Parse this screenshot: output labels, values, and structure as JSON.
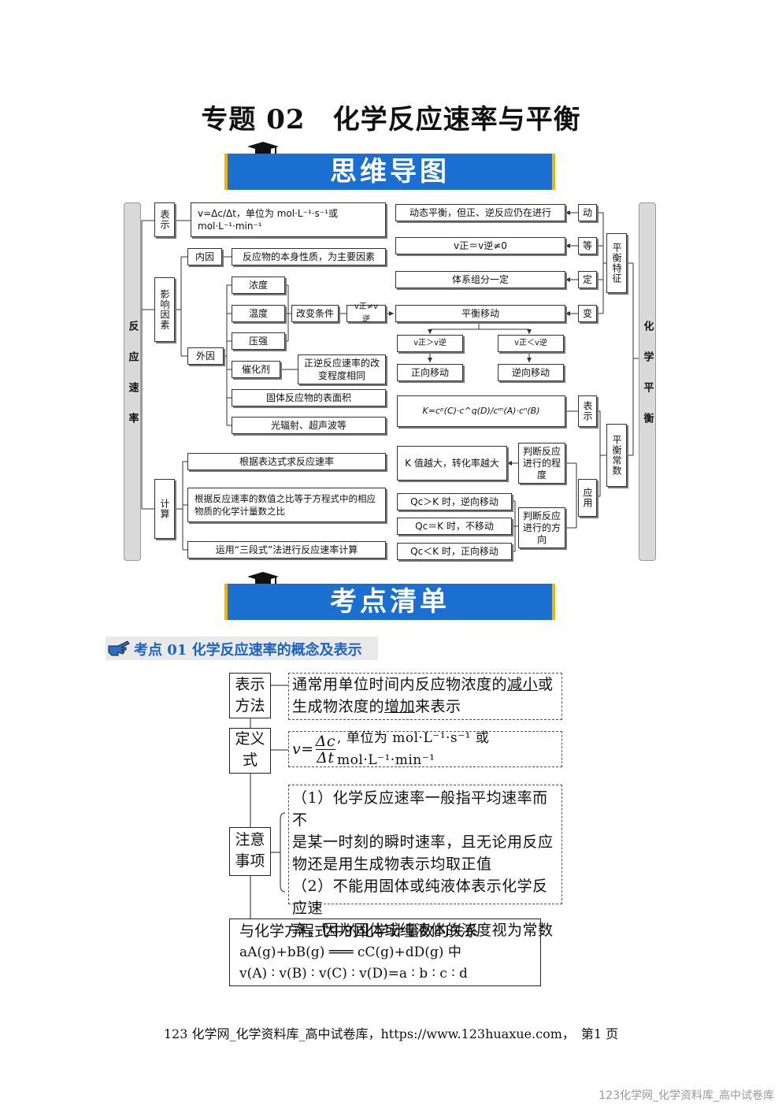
{
  "page": {
    "title": "专题 02　化学反应速率与平衡",
    "banner1": "思维导图",
    "banner2": "考点清单"
  },
  "mindmap": {
    "left_root": "反应速率",
    "right_root": "化学平衡",
    "biao_shi": "表示",
    "rate_def": "v=Δc/Δt，单位为 mol·L⁻¹·s⁻¹或mol·L⁻¹·min⁻¹",
    "ying_xiang": "影响因素",
    "nei_yin": "内因",
    "nei_yin_desc": "反应物的本身性质，为主要因素",
    "wai_yin": "外因",
    "nong_du": "浓度",
    "wen_du": "温度",
    "ya_qiang": "压强",
    "cui_hua": "催化剂",
    "cui_hua_desc": "正逆反应速率的改变程度相同",
    "gai_bian": "改变条件",
    "v_neq": "v正≠v逆",
    "guti": "固体反应物的表面积",
    "guang": "光辐射、超声波等",
    "ji_suan": "计算",
    "calc1": "根据表达式求反应速率",
    "calc2": "根据反应速率的数值之比等于方程式中的相应物质的化学计量数之比",
    "calc3": "运用“三段式”法进行反应速率计算",
    "dongtai": "动态平衡，但正、逆反应仍在进行",
    "v_eq": "v正＝v逆≠0",
    "zu_fen": "体系组分一定",
    "ping_heng_yidong": "平衡移动",
    "dong": "动",
    "deng": "等",
    "ding": "定",
    "bian": "变",
    "tezheng": "平衡特征",
    "v_gt": "v正＞v逆",
    "v_lt": "v正＜v逆",
    "zheng_xiang": "正向移动",
    "ni_xiang": "逆向移动",
    "K_expr": "K=cᵖ(C)·c^q(D)/cᵐ(A)·cⁿ(B)",
    "biao_shi2": "表示",
    "changshu": "平衡常数",
    "K_big": "K 值越大，转化率越大",
    "panduan_cd": "判断反应进行的程度",
    "Q_gt": "Qc＞K 时，逆向移动",
    "Q_eq": "Qc＝K 时，不移动",
    "Q_lt": "Qc＜K 时，正向移动",
    "panduan_fx": "判断反应进行的方向",
    "ying_yong": "应用"
  },
  "section": {
    "header": "考点 01 化学反应速率的概念及表示"
  },
  "diagram": {
    "l1": "表示方法",
    "t1_a": "通常用单位时间内反应物浓度的",
    "t1_u1": "减小",
    "t1_b": "或",
    "t1_c": "生成物浓度的",
    "t1_u2": "增加",
    "t1_d": "来表示",
    "l2": "定义式",
    "t2_num": "Δc",
    "t2_den": "Δt",
    "t2_rest": ", 单位为 mol·L⁻¹·s⁻¹ 或 mol·L⁻¹·min⁻¹",
    "l3": "注意事项",
    "t3_1": "（1）化学反应速率一般指平均速率而不",
    "t3_2": "是某一时刻的瞬时速率，且无论用反应",
    "t3_3": "物还是用生成物表示均取正值",
    "t3_4": "（2）不能用固体或纯液体表示化学反应速",
    "t3_5": "率，因为固体或纯液体的浓度视为常数",
    "t4_1": "与化学方程式中的化学计量数的关系",
    "t4_2": "aA(g)+bB(g) ═══ cC(g)+dD(g) 中",
    "t4_3": "v(A) ∶ v(B) ∶ v(C) ∶ v(D)=a ∶ b ∶ c ∶ d"
  },
  "footer": {
    "text": "123 化学网_化学资料库_高中试卷库，https://www.123huaxue.com，　第1 页",
    "corner": "123化学网_化学资料库_高中试卷库"
  }
}
